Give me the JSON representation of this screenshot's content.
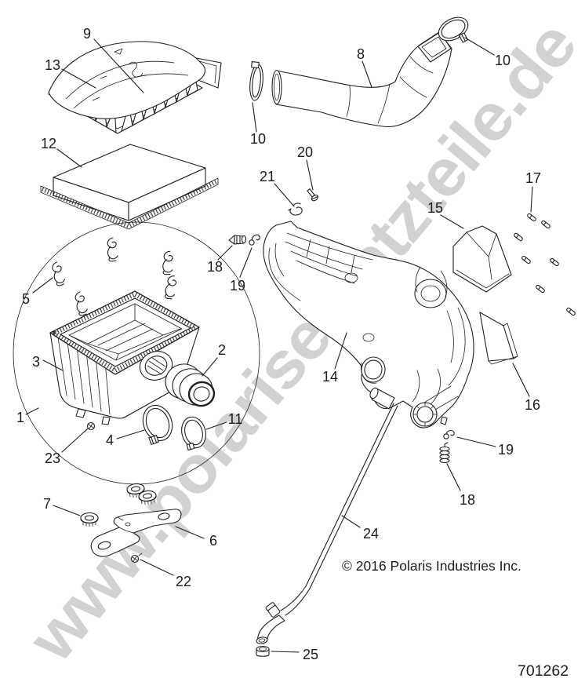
{
  "watermark": {
    "text": "www.polarisersatzteile.de",
    "color": "#c7c7c7"
  },
  "footer": {
    "copyright": "© 2016 Polaris Industries Inc.",
    "part_number": "701262"
  },
  "diagram": {
    "line_color": "#1f1f1f",
    "background": "#ffffff"
  },
  "callouts": [
    {
      "label": "9"
    },
    {
      "label": "13"
    },
    {
      "label": "12"
    },
    {
      "label": "8"
    },
    {
      "label": "10"
    },
    {
      "label": "10"
    },
    {
      "label": "20"
    },
    {
      "label": "21"
    },
    {
      "label": "17"
    },
    {
      "label": "15"
    },
    {
      "label": "16"
    },
    {
      "label": "14"
    },
    {
      "label": "18"
    },
    {
      "label": "19"
    },
    {
      "label": "5"
    },
    {
      "label": "3"
    },
    {
      "label": "1"
    },
    {
      "label": "23"
    },
    {
      "label": "4"
    },
    {
      "label": "2"
    },
    {
      "label": "11"
    },
    {
      "label": "7"
    },
    {
      "label": "6"
    },
    {
      "label": "22"
    },
    {
      "label": "24"
    },
    {
      "label": "18"
    },
    {
      "label": "19"
    },
    {
      "label": "25"
    }
  ]
}
